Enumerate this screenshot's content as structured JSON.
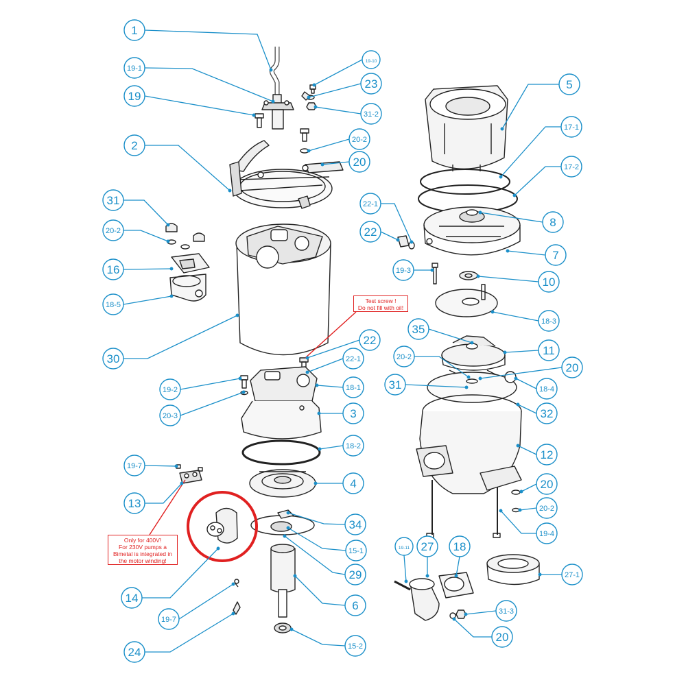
{
  "colors": {
    "callout": "#1a8fc9",
    "leader": "#1a8fc9",
    "drawing": "#222222",
    "note": "#e02020",
    "highlight": "#e02020"
  },
  "callouts": [
    {
      "id": "1",
      "label": "1"
    },
    {
      "id": "19-1",
      "label": "19-1"
    },
    {
      "id": "19",
      "label": "19"
    },
    {
      "id": "19-10",
      "label": "19-10"
    },
    {
      "id": "23",
      "label": "23"
    },
    {
      "id": "31-2",
      "label": "31-2"
    },
    {
      "id": "2",
      "label": "2"
    },
    {
      "id": "20-2a",
      "label": "20-2"
    },
    {
      "id": "20a",
      "label": "20"
    },
    {
      "id": "31a",
      "label": "31"
    },
    {
      "id": "20-2b",
      "label": "20-2"
    },
    {
      "id": "16",
      "label": "16"
    },
    {
      "id": "18-5",
      "label": "18-5"
    },
    {
      "id": "30",
      "label": "30"
    },
    {
      "id": "22a",
      "label": "22"
    },
    {
      "id": "22-1a",
      "label": "22-1"
    },
    {
      "id": "19-2",
      "label": "19-2"
    },
    {
      "id": "20-3",
      "label": "20-3"
    },
    {
      "id": "18-1",
      "label": "18-1"
    },
    {
      "id": "3",
      "label": "3"
    },
    {
      "id": "18-2",
      "label": "18-2"
    },
    {
      "id": "19-7a",
      "label": "19-7"
    },
    {
      "id": "13",
      "label": "13"
    },
    {
      "id": "4",
      "label": "4"
    },
    {
      "id": "34",
      "label": "34"
    },
    {
      "id": "15-1",
      "label": "15-1"
    },
    {
      "id": "29",
      "label": "29"
    },
    {
      "id": "14",
      "label": "14"
    },
    {
      "id": "6",
      "label": "6"
    },
    {
      "id": "19-7b",
      "label": "19-7"
    },
    {
      "id": "24",
      "label": "24"
    },
    {
      "id": "15-2",
      "label": "15-2"
    },
    {
      "id": "5",
      "label": "5"
    },
    {
      "id": "17-1",
      "label": "17-1"
    },
    {
      "id": "17-2",
      "label": "17-2"
    },
    {
      "id": "22-1b",
      "label": "22-1"
    },
    {
      "id": "22b",
      "label": "22"
    },
    {
      "id": "8",
      "label": "8"
    },
    {
      "id": "7",
      "label": "7"
    },
    {
      "id": "19-3",
      "label": "19-3"
    },
    {
      "id": "10",
      "label": "10"
    },
    {
      "id": "18-3",
      "label": "18-3"
    },
    {
      "id": "35",
      "label": "35"
    },
    {
      "id": "11",
      "label": "11"
    },
    {
      "id": "20-2c",
      "label": "20-2"
    },
    {
      "id": "20b",
      "label": "20"
    },
    {
      "id": "31b",
      "label": "31"
    },
    {
      "id": "18-4",
      "label": "18-4"
    },
    {
      "id": "32",
      "label": "32"
    },
    {
      "id": "12",
      "label": "12"
    },
    {
      "id": "20c",
      "label": "20"
    },
    {
      "id": "20-2d",
      "label": "20-2"
    },
    {
      "id": "19-4",
      "label": "19-4"
    },
    {
      "id": "19-11",
      "label": "19-11"
    },
    {
      "id": "27",
      "label": "27"
    },
    {
      "id": "18",
      "label": "18"
    },
    {
      "id": "27-1",
      "label": "27-1"
    },
    {
      "id": "31-3",
      "label": "31-3"
    },
    {
      "id": "20d",
      "label": "20"
    }
  ],
  "notes": {
    "test_screw": {
      "line1": "Test screw !",
      "line2": "Do not fill with oil!"
    },
    "bimetal": {
      "line1": "Only for 400V!",
      "line2": "For 230V pumps a",
      "line3": "Bimetal is integrated in",
      "line4": "the motor winding!"
    }
  }
}
